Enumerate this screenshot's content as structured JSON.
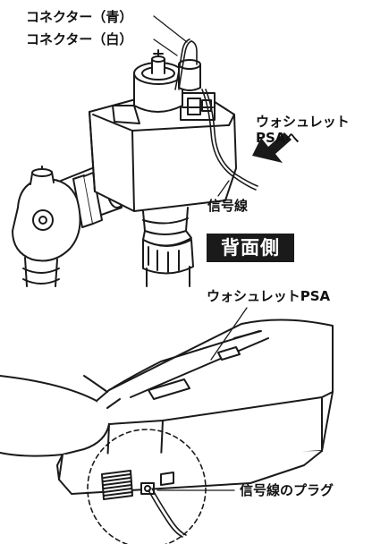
{
  "labels": {
    "connector_blue": "コネクター（青）",
    "connector_white": "コネクター（白）",
    "washlet_line1": "ウォシュレット",
    "washlet_line2": "PSAへ",
    "signal_wire": "信号線",
    "back_side": "背面側",
    "washlet_psa": "ウォシュレットPSA",
    "signal_wire_plug": "信号線のプラグ"
  },
  "colors": {
    "line": "#1a1a1a",
    "badge_bg": "#1a1a1a",
    "badge_text": "#ffffff"
  }
}
